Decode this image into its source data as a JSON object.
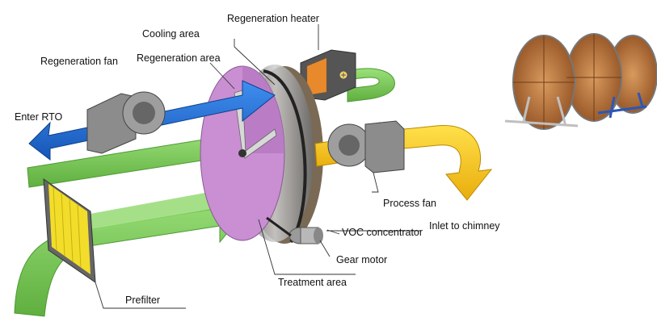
{
  "labels": {
    "regeneration_heater": "Regeneration heater",
    "cooling_area": "Cooling area",
    "regeneration_area": "Regeneration area",
    "regeneration_fan": "Regeneration fan",
    "enter_rto": "Enter RTO",
    "process_fan": "Process fan",
    "inlet_to_chimney": "Inlet to chimney",
    "voc_concentrator": "VOC concentrator",
    "gear_motor": "Gear motor",
    "treatment_area": "Treatment area",
    "prefilter": "Prefilter"
  },
  "colors": {
    "green_flow": "#7cc95a",
    "blue_flow": "#1f6fd6",
    "yellow_flow": "#f5c518",
    "rotor_purple": "#c98fd2",
    "rotor_ring": "#6f6f6f",
    "filter_yellow": "#f2dd2a",
    "heater_orange": "#e88a2c",
    "photo_wood": "#b5703a"
  },
  "icons": {
    "heater": "heater-icon",
    "fan": "fan-icon",
    "rotor": "rotor-wheel-icon",
    "motor": "gear-motor-icon",
    "photo": "rotor-equipment-photo"
  }
}
